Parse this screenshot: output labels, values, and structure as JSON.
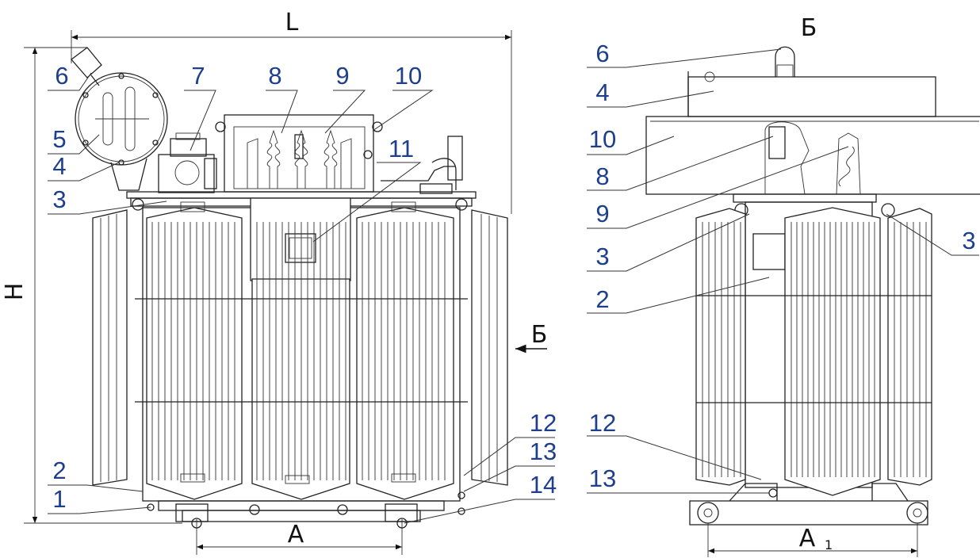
{
  "front_view": {
    "dimensions": {
      "length": "L",
      "height": "H",
      "base": "A",
      "view_arrow": "Б"
    },
    "callouts": [
      "6",
      "7",
      "8",
      "9",
      "10",
      "5",
      "4",
      "11",
      "3",
      "2",
      "1",
      "12",
      "13",
      "14"
    ]
  },
  "side_view": {
    "title": "Б",
    "dimensions": {
      "base_main": "A",
      "base_sub": "1"
    },
    "callouts": [
      "6",
      "4",
      "10",
      "8",
      "9",
      "3",
      "3",
      "2",
      "12",
      "13"
    ]
  }
}
